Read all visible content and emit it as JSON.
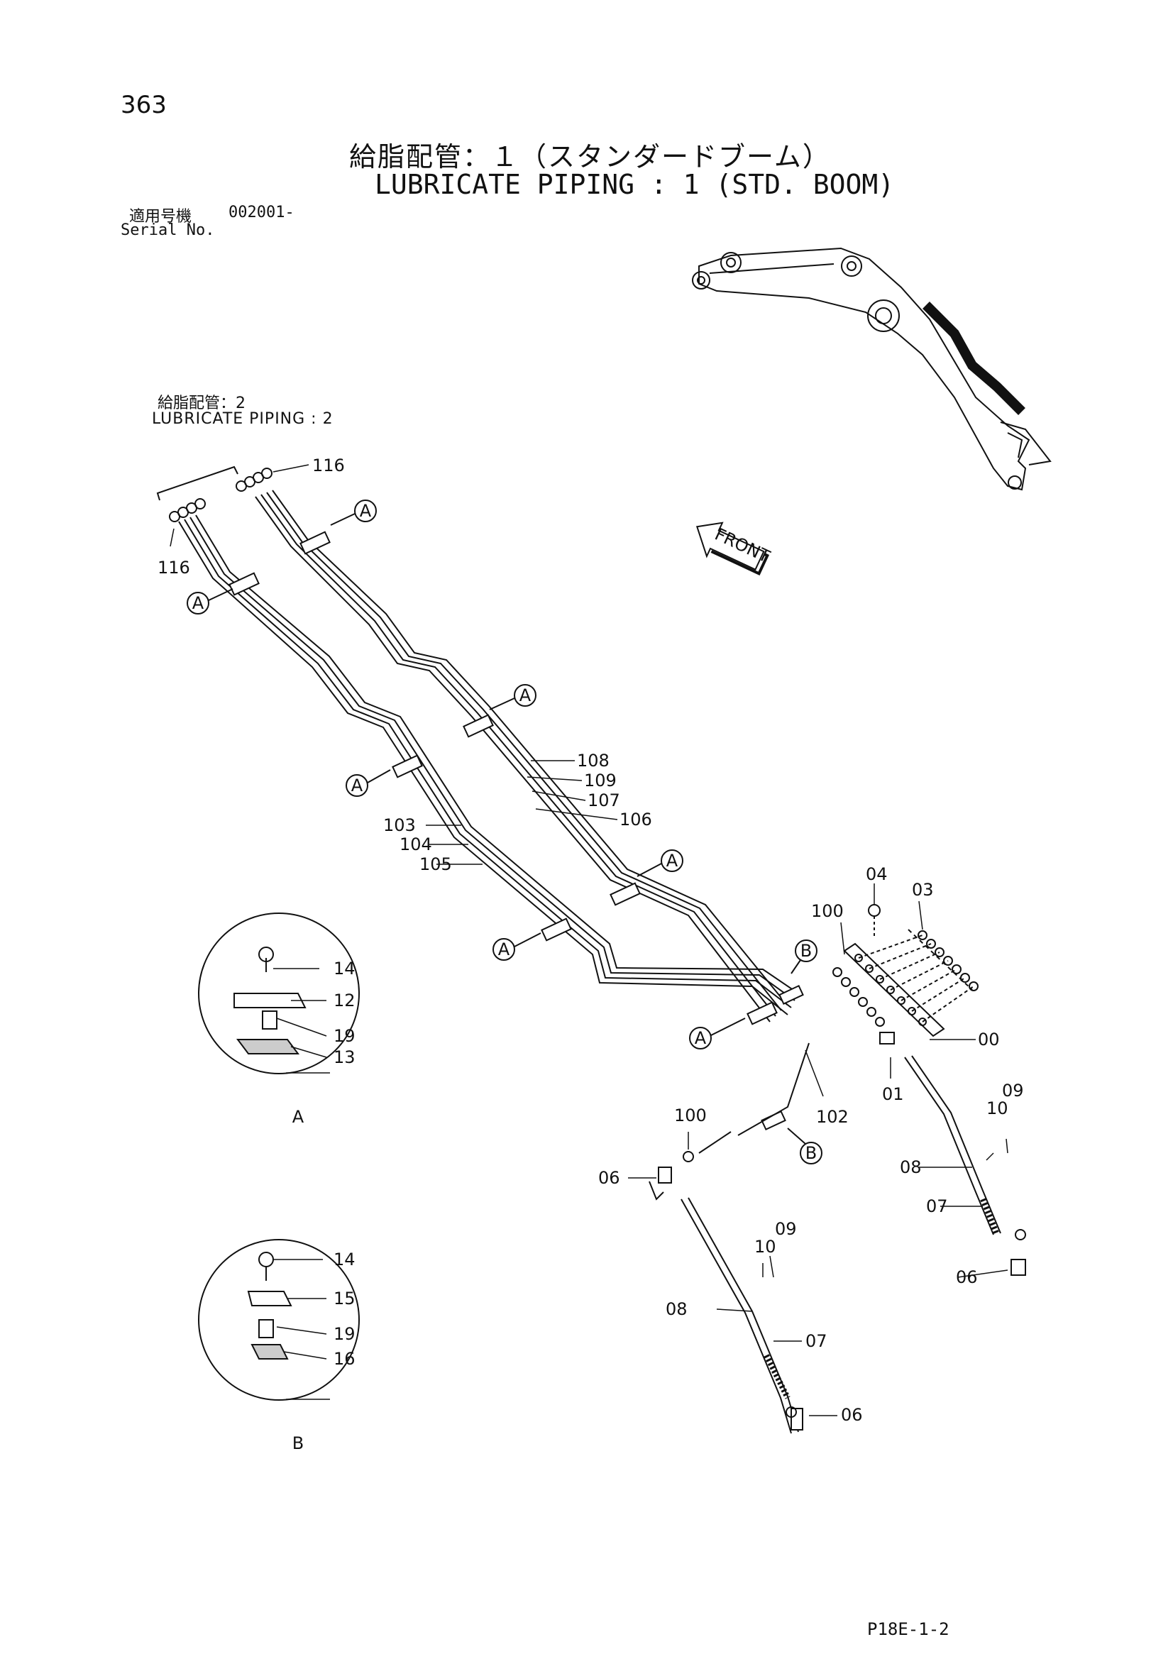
{
  "page_number": "363",
  "title_jp": "給脂配管：１（スタンダードブーム）",
  "title_en": "LUBRICATE PIPING : 1 (STD. BOOM)",
  "serial": {
    "label_jp": "適用号機",
    "value": "002001-",
    "label_en": "Serial No."
  },
  "cross_ref": {
    "label_jp": "給脂配管：2",
    "label_en": "LUBRICATE PIPING : 2"
  },
  "front_label": "FRONT",
  "detail_a_label": "A",
  "detail_b_label": "B",
  "callouts": {
    "c116": "116",
    "c108": "108",
    "c109": "109",
    "c107": "107",
    "c106": "106",
    "c103": "103",
    "c104": "104",
    "c105": "105",
    "c04": "04",
    "c03": "03",
    "c100": "100",
    "c00": "00",
    "c01": "01",
    "c102": "102",
    "c09": "09",
    "c10": "10",
    "c08": "08",
    "c07": "07",
    "c06": "06",
    "c14": "14",
    "c12": "12",
    "c19": "19",
    "c13": "13",
    "c15": "15",
    "c16": "16"
  },
  "sheet_code": "P18E-1-2"
}
